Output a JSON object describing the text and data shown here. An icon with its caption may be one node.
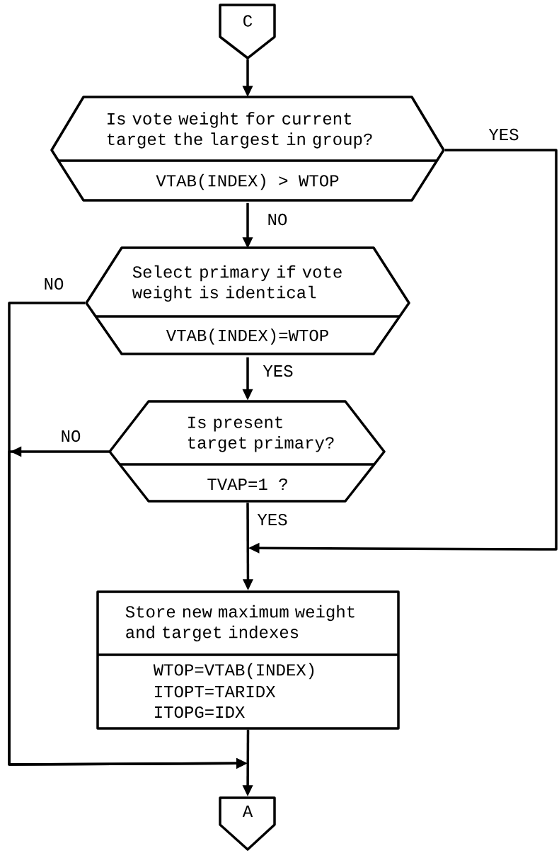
{
  "diagram": {
    "nodes": [
      {
        "text": [
          "C"
        ]
      },
      {
        "text": [
          "Is vote weight for current target the largest in group?",
          "VTAB(INDEX) > WTOP"
        ]
      },
      {
        "text": [
          "Select primary if vote weight is identical",
          "VTAB(INDEX)=WTOP"
        ]
      },
      {
        "text": [
          "Is present target primary?",
          "TVAP=1 ?"
        ]
      },
      {
        "text": [
          "Store new maximum weight and target indexes",
          "WTOP=VTAB(INDEX)",
          "ITOPT=TARIDX",
          "ITOPG=IDX"
        ]
      },
      {
        "text": [
          "A"
        ]
      }
    ],
    "edges": [
      {
        "from": 0,
        "to": 1,
        "arrow": "to"
      },
      {
        "from": 1,
        "to": 2,
        "arrow": "to",
        "label": "NO"
      },
      {
        "from": 1,
        "to": 4,
        "arrow": "to",
        "label": "YES"
      },
      {
        "from": 2,
        "to": 3,
        "arrow": "to",
        "label": "YES"
      },
      {
        "from": 2,
        "to": 5,
        "arrow": "to",
        "label": "NO"
      },
      {
        "from": 3,
        "to": 5,
        "arrow": "to",
        "label": "NO"
      },
      {
        "from": 3,
        "to": 4,
        "arrow": "to",
        "label": "YES"
      },
      {
        "from": 4,
        "to": 5,
        "arrow": "to"
      }
    ]
  }
}
